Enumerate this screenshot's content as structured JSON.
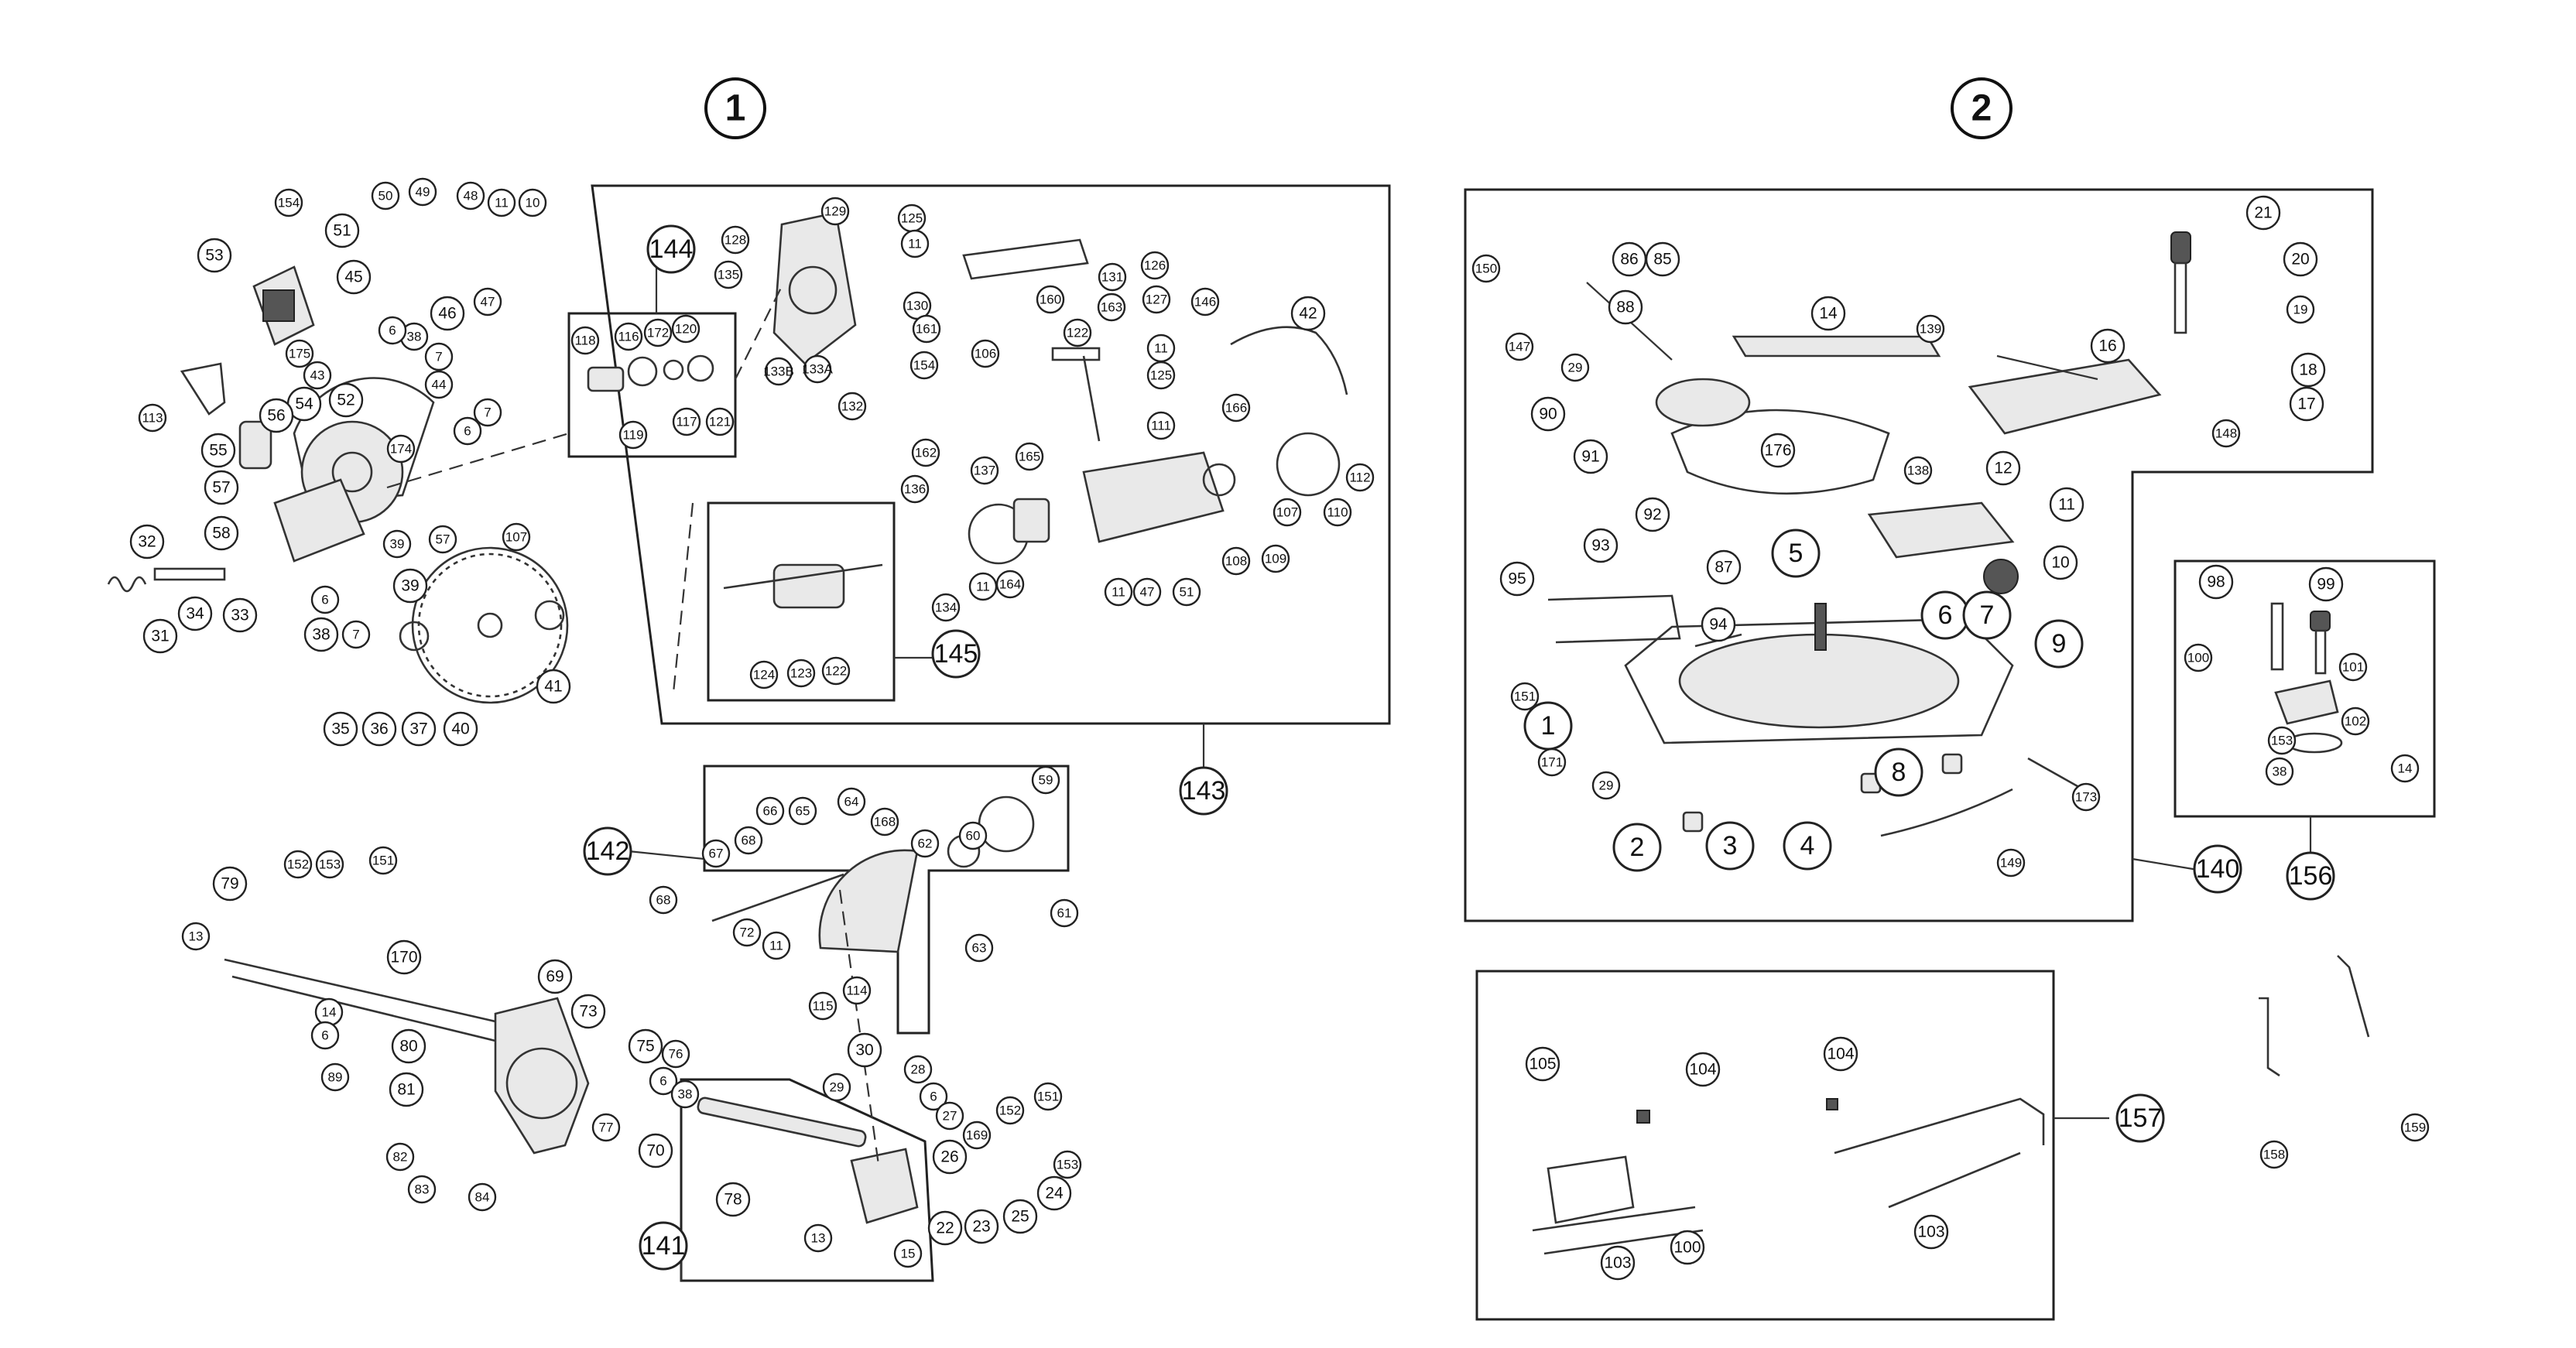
{
  "headings": {
    "diagram1": "1",
    "diagram2": "2"
  },
  "callouts": {
    "c154": "154",
    "c51": "51",
    "c50": "50",
    "c49": "49",
    "c48": "48",
    "c11a": "11",
    "c10a": "10",
    "c53": "53",
    "c45": "45",
    "c47": "47",
    "c46": "46",
    "c38a": "38",
    "c6a": "6",
    "c175": "175",
    "c43": "43",
    "c7a": "7",
    "c44": "44",
    "c52": "52",
    "c7b": "7",
    "c6b": "6",
    "c174": "174",
    "c113": "113",
    "c54": "54",
    "c56": "56",
    "c55": "55",
    "c57a": "57",
    "c58": "58",
    "c39a": "39",
    "c57b": "57",
    "c107": "107",
    "c39b": "39",
    "c32": "32",
    "c31": "31",
    "c34": "34",
    "c33": "33",
    "c6c": "6",
    "c38b": "38",
    "c7c": "7",
    "c35": "35",
    "c36": "36",
    "c37": "37",
    "c40": "40",
    "c41": "41",
    "c144": "144",
    "c118": "118",
    "c116": "116",
    "c172": "172",
    "c120": "120",
    "c119": "119",
    "c117": "117",
    "c121": "121",
    "c128": "128",
    "c135": "135",
    "c129": "129",
    "c133B": "133B",
    "c133A": "133A",
    "c132": "132",
    "c125a": "125",
    "c11b": "11",
    "c130": "130",
    "c161": "161",
    "c154b": "154",
    "c126": "126",
    "c131": "131",
    "c160": "160",
    "c163": "163",
    "c127": "127",
    "c146": "146",
    "c122b": "122",
    "c11c": "11",
    "c125b": "125",
    "c42": "42",
    "c106": "106",
    "c162": "162",
    "c111": "111",
    "c165": "165",
    "c166": "166",
    "c136": "136",
    "c137": "137",
    "c112": "112",
    "c107b": "107",
    "c110": "110",
    "c109": "109",
    "c108": "108",
    "c134": "134",
    "c11d": "11",
    "c164": "164",
    "c11e": "11",
    "c47b": "47",
    "c51b": "51",
    "c124": "124",
    "c123": "123",
    "c122": "122",
    "c145": "145",
    "c143": "143",
    "c142": "142",
    "c67": "67",
    "c66": "66",
    "c65": "65",
    "c64": "64",
    "c168": "168",
    "c62": "62",
    "c60": "60",
    "c59": "59",
    "c68a": "68",
    "c68b": "68",
    "c72": "72",
    "c11f": "11",
    "c115": "115",
    "c114": "114",
    "c63": "63",
    "c61": "61",
    "c79": "79",
    "c152a": "152",
    "c153a": "153",
    "c151a": "151",
    "c13a": "13",
    "c170": "170",
    "c69": "69",
    "c14a": "14",
    "c6d": "6",
    "c89": "89",
    "c80": "80",
    "c73": "73",
    "c75": "75",
    "c76": "76",
    "c6e": "6",
    "c38c": "38",
    "c81": "81",
    "c77": "77",
    "c70": "70",
    "c82": "82",
    "c83": "83",
    "c84": "84",
    "c78": "78",
    "c141": "141",
    "c30": "30",
    "c29a": "29",
    "c28": "28",
    "c6f": "6",
    "c27": "27",
    "c169": "169",
    "c26": "26",
    "c152b": "152",
    "c151b": "151",
    "c153b": "153",
    "c24": "24",
    "c25": "25",
    "c23": "23",
    "c22": "22",
    "c15": "15",
    "c13b": "13",
    "c150": "150",
    "c147": "147",
    "c86": "86",
    "c85": "85",
    "c88": "88",
    "c29b": "29",
    "c90": "90",
    "c14b": "14",
    "c139": "139",
    "c176": "176",
    "c138": "138",
    "c91": "91",
    "c21": "21",
    "c20": "20",
    "c19": "19",
    "c18": "18",
    "c16": "16",
    "c17": "17",
    "c148": "148",
    "c92": "92",
    "c93": "93",
    "c12": "12",
    "c11g": "11",
    "c10b": "10",
    "c5": "5",
    "c87": "87",
    "c95": "95",
    "c94": "94",
    "c6g": "6",
    "c7d": "7",
    "c9": "9",
    "c151c": "151",
    "c1": "1",
    "c171": "171",
    "c29c": "29",
    "c8": "8",
    "c173": "173",
    "c2": "2",
    "c3": "3",
    "c4": "4",
    "c149": "149",
    "c140": "140",
    "c98": "98",
    "c99": "99",
    "c100a": "100",
    "c101": "101",
    "c102": "102",
    "c153c": "153",
    "c38d": "38",
    "c14c": "14",
    "c156": "156",
    "c105": "105",
    "c104a": "104",
    "c104b": "104",
    "c103a": "103",
    "c100b": "100",
    "c103b": "103",
    "c157": "157",
    "c158": "158",
    "c159": "159"
  }
}
